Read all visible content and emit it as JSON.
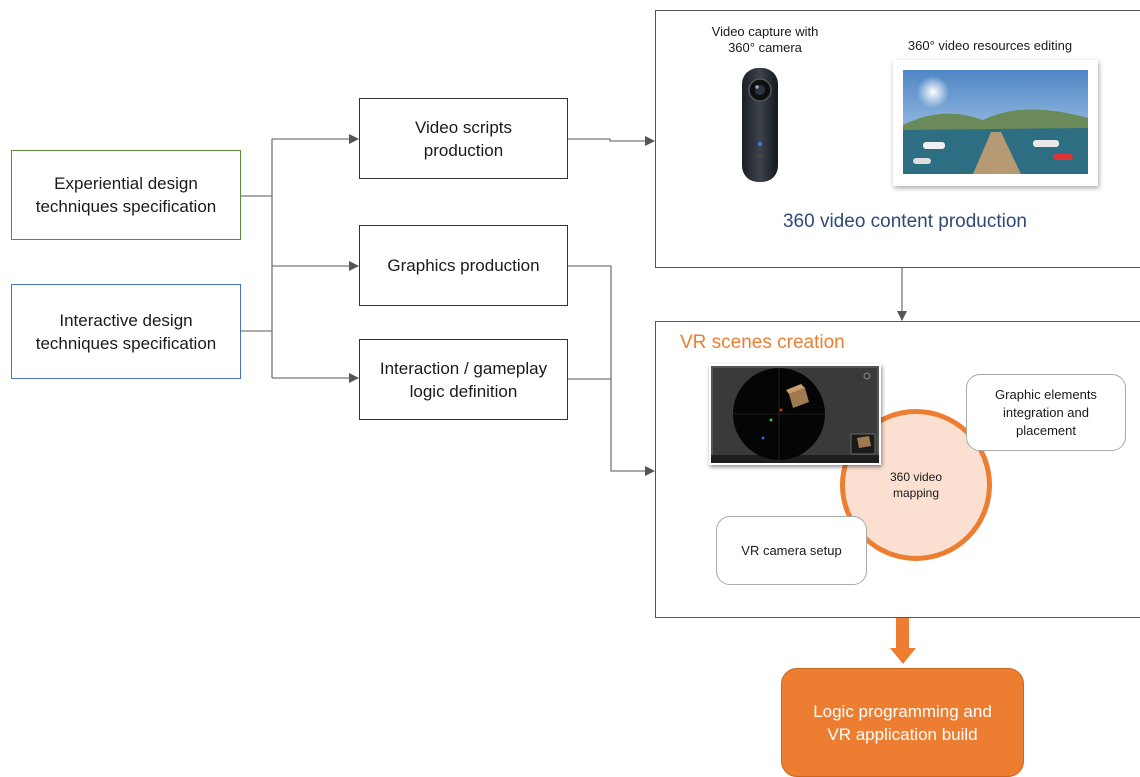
{
  "inputs": {
    "experiential": "Experiential design\ntechniques specification",
    "interactive": "Interactive design\ntechniques specification"
  },
  "processes": {
    "video_scripts": "Video scripts\nproduction",
    "graphics": "Graphics production",
    "interaction": "Interaction / gameplay\nlogic definition"
  },
  "video_panel": {
    "capture_label": "Video capture with\n360° camera",
    "editing_label": "360° video resources editing",
    "title": "360 video content production"
  },
  "vr_panel": {
    "title": "VR scenes creation",
    "mapping": "360 video\nmapping",
    "graphic_elements": "Graphic elements\nintegration and\nplacement",
    "camera_setup": "VR camera setup"
  },
  "output": {
    "label": "Logic programming and\nVR application build"
  },
  "colors": {
    "experiential_border": "#5a8a3a",
    "interactive_border": "#4a72c4",
    "accent_orange": "#ed7d31",
    "mapping_fill": "#fbe0d2",
    "video_title": "#2f4a7a"
  }
}
